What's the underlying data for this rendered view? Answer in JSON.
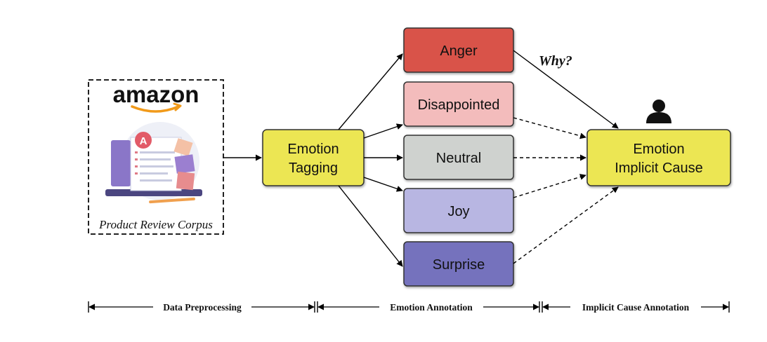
{
  "source": {
    "brand": "amazon",
    "caption": "Product Review Corpus"
  },
  "tagging_node": {
    "line1": "Emotion",
    "line2": "Tagging"
  },
  "emotions": [
    {
      "label": "Anger",
      "fill": "#d9534a"
    },
    {
      "label": "Disappointed",
      "fill": "#f3bcbc"
    },
    {
      "label": "Neutral",
      "fill": "#cfd2cf"
    },
    {
      "label": "Joy",
      "fill": "#b8b6e2"
    },
    {
      "label": "Surprise",
      "fill": "#7472bd"
    }
  ],
  "why_label": "Why?",
  "cause_node": {
    "line1": "Emotion",
    "line2": "Implicit Cause"
  },
  "stages": [
    "Data Preprocessing",
    "Emotion Annotation",
    "Implicit Cause Annotation"
  ],
  "colors": {
    "node_yellow": "#ece653",
    "amazon_orange": "#f19a1a",
    "arrow": "#000000"
  }
}
